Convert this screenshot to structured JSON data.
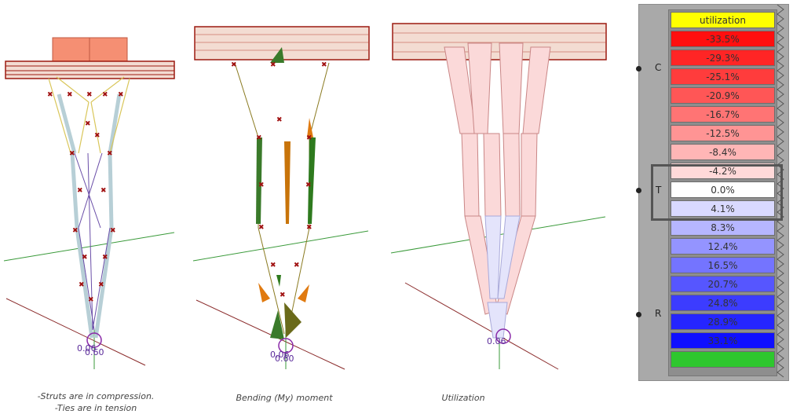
{
  "captions": {
    "panel1_line1": "-Struts are in compression.",
    "panel1_line2": "-Ties are in tension",
    "panel2": "Bending (My) moment",
    "panel3": "Utilization"
  },
  "support_labels": {
    "panel1": "0.06",
    "panel1_b": "0.60",
    "panel2": "0.06",
    "panel2_b": "0.60",
    "panel3": "0.06"
  },
  "legend": {
    "header": "utilization",
    "ports": [
      "C",
      "T",
      "R"
    ],
    "items": [
      {
        "label": "-33.5%",
        "color": "#ff0f0f"
      },
      {
        "label": "-29.3%",
        "color": "#ff2525"
      },
      {
        "label": "-25.1%",
        "color": "#ff3c3c"
      },
      {
        "label": "-20.9%",
        "color": "#ff5656"
      },
      {
        "label": "-16.7%",
        "color": "#ff7474"
      },
      {
        "label": "-12.5%",
        "color": "#ff9494"
      },
      {
        "label": "-8.4%",
        "color": "#ffb6b6"
      },
      {
        "label": "-4.2%",
        "color": "#ffd9d9"
      },
      {
        "label": "0.0%",
        "color": "#ffffff"
      },
      {
        "label": "4.1%",
        "color": "#d9d9ff"
      },
      {
        "label": "8.3%",
        "color": "#b6b6ff"
      },
      {
        "label": "12.4%",
        "color": "#9494ff"
      },
      {
        "label": "16.5%",
        "color": "#7474ff"
      },
      {
        "label": "20.7%",
        "color": "#5656ff"
      },
      {
        "label": "24.8%",
        "color": "#3c3cff"
      },
      {
        "label": "28.9%",
        "color": "#2525ff"
      },
      {
        "label": "33.1%",
        "color": "#0f0fff"
      },
      {
        "label": "",
        "color": "#2ec72e"
      }
    ],
    "header_color": "#ffff00"
  }
}
